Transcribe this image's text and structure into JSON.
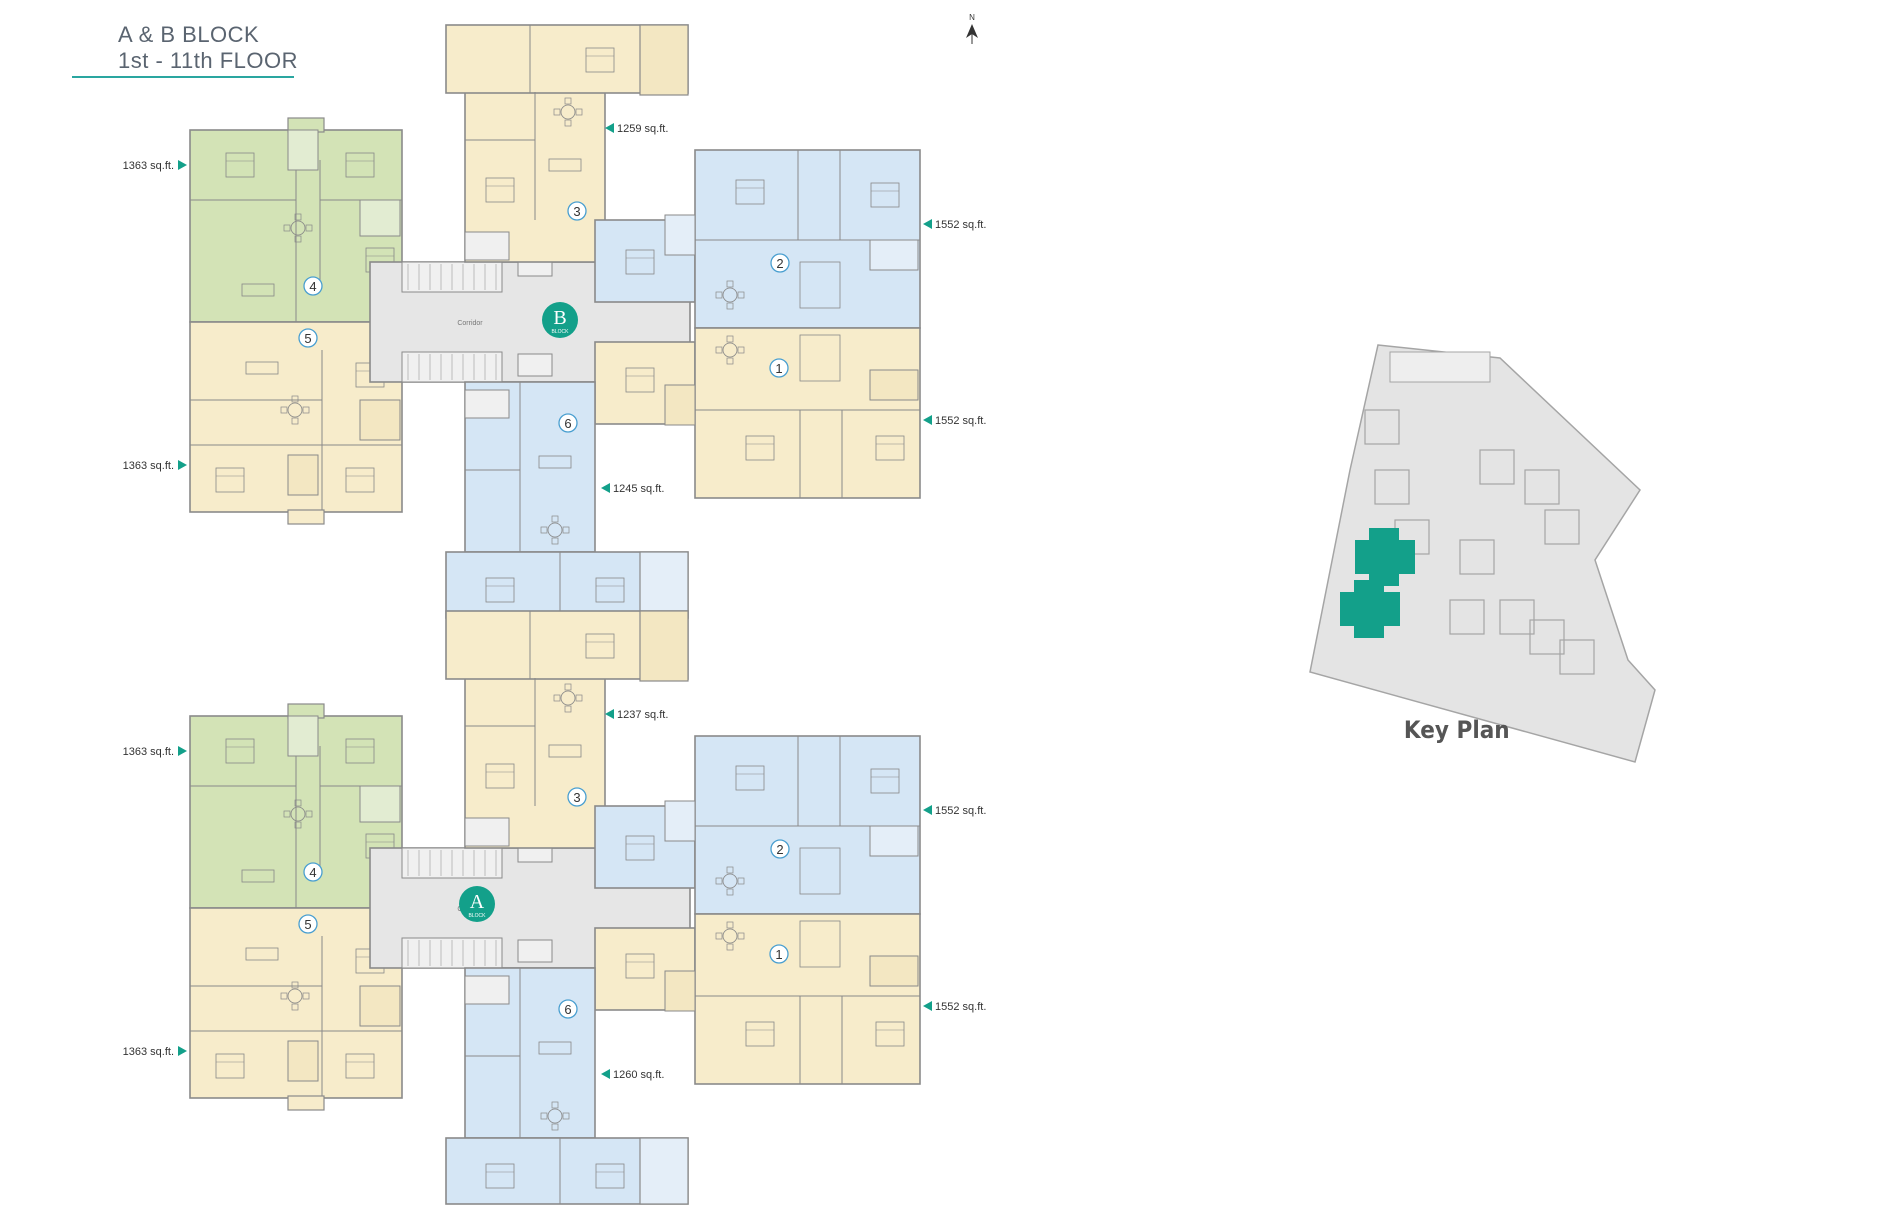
{
  "title": {
    "line1": "A & B BLOCK",
    "line2": "1st - 11th FLOOR"
  },
  "north_label": "N",
  "key_plan_label": "Key Plan",
  "colors": {
    "green": "#d3e3b6",
    "yellow": "#f7eccb",
    "blue": "#d5e6f5",
    "core": "#e6e6e6",
    "wall": "#8a8a8a",
    "accent": "#13a08a",
    "keyplan_fill": "#e4e4e4",
    "keyplan_line": "#a5a5a5"
  },
  "blocks": [
    {
      "id": "B",
      "badge": "B",
      "badge_sub": "BLOCK",
      "corridor_label": "Corridor",
      "units": [
        {
          "no": "1",
          "area": "1552 sq.ft."
        },
        {
          "no": "2",
          "area": "1552 sq.ft."
        },
        {
          "no": "3",
          "area": "1259 sq.ft."
        },
        {
          "no": "4",
          "area": "1363 sq.ft."
        },
        {
          "no": "5",
          "area": "1363 sq.ft."
        },
        {
          "no": "6",
          "area": "1245 sq.ft."
        }
      ]
    },
    {
      "id": "A",
      "badge": "A",
      "badge_sub": "BLOCK",
      "corridor_label": "Corridor",
      "units": [
        {
          "no": "1",
          "area": "1552 sq.ft."
        },
        {
          "no": "2",
          "area": "1552 sq.ft."
        },
        {
          "no": "3",
          "area": "1237 sq.ft."
        },
        {
          "no": "4",
          "area": "1363 sq.ft."
        },
        {
          "no": "5",
          "area": "1363 sq.ft."
        },
        {
          "no": "6",
          "area": "1260 sq.ft."
        }
      ]
    }
  ]
}
